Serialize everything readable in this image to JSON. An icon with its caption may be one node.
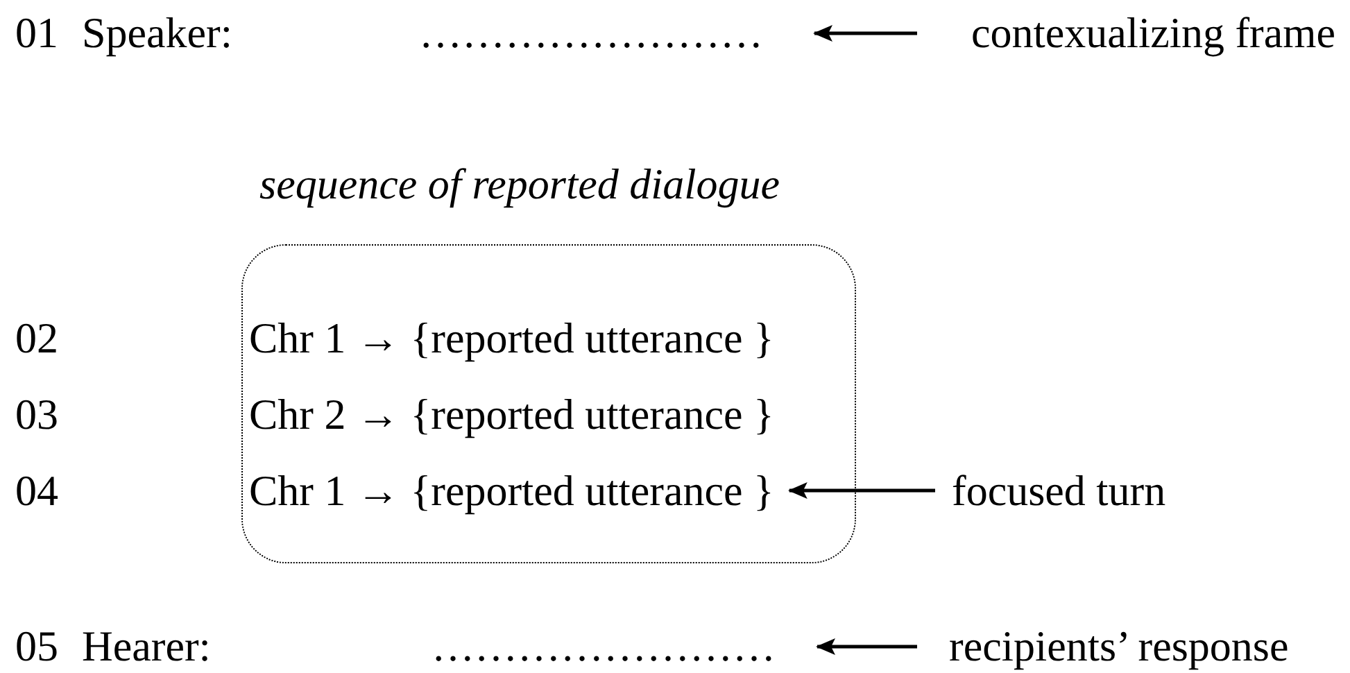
{
  "diagram": {
    "nodes": [
      {
        "text": [
          "……………………"
        ]
      },
      {
        "text": [
          "contexualizing frame"
        ]
      },
      {
        "text": [
          "sequence of reported dialogue"
        ]
      },
      {
        "text": [
          "Chr 1 → {reported utterance }"
        ],
        "in": 2
      },
      {
        "text": [
          "Chr 2 → {reported utterance }"
        ],
        "in": 2
      },
      {
        "text": [
          "Chr 1 → {reported utterance }"
        ],
        "in": 2
      },
      {
        "text": [
          "focused turn"
        ]
      },
      {
        "text": [
          "……………………"
        ]
      },
      {
        "text": [
          "recipients’ response"
        ]
      }
    ],
    "edges": [
      {
        "from": 1,
        "to": 0,
        "arrow": "to"
      },
      {
        "from": 6,
        "to": 5,
        "arrow": "to"
      },
      {
        "from": 8,
        "to": 7,
        "arrow": "to"
      }
    ],
    "labels": [
      "01",
      "Speaker:",
      "02",
      "03",
      "04",
      "05",
      "Hearer:"
    ]
  }
}
